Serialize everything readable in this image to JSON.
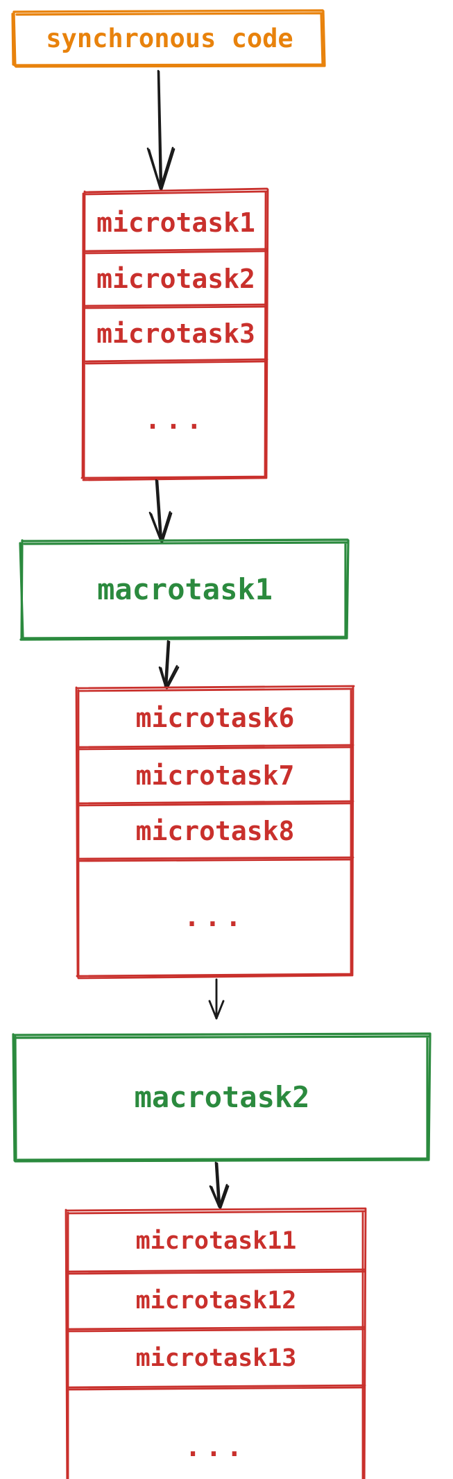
{
  "diagram": {
    "title_node": {
      "label": "synchronous code",
      "color": "#e8820c",
      "kind": "synchronous-code-box"
    },
    "colors": {
      "orange": "#e8820c",
      "red": "#c9302c",
      "green": "#2b8a3e",
      "arrow": "#1a1a1a",
      "background": "#ffffff"
    },
    "ellipsis": "...",
    "groups": [
      {
        "id": "microtask-queue-1",
        "kind": "microtask-queue",
        "color": "#c9302c",
        "rows": [
          "microtask1",
          "microtask2",
          "microtask3",
          "..."
        ]
      },
      {
        "id": "macrotask-1",
        "kind": "macrotask",
        "color": "#2b8a3e",
        "label": "macrotask1"
      },
      {
        "id": "microtask-queue-2",
        "kind": "microtask-queue",
        "color": "#c9302c",
        "rows": [
          "microtask6",
          "microtask7",
          "microtask8",
          "..."
        ]
      },
      {
        "id": "macrotask-2",
        "kind": "macrotask",
        "color": "#2b8a3e",
        "label": "macrotask2"
      },
      {
        "id": "microtask-queue-3",
        "kind": "microtask-queue",
        "color": "#c9302c",
        "rows": [
          "microtask11",
          "microtask12",
          "microtask13",
          "..."
        ]
      }
    ],
    "arrows": [
      {
        "id": "arrow-sync-to-micro1",
        "from": "synchronous-code-box",
        "to": "microtask-queue-1"
      },
      {
        "id": "arrow-micro1-to-macro1",
        "from": "microtask-queue-1",
        "to": "macrotask-1"
      },
      {
        "id": "arrow-macro1-to-micro2",
        "from": "macrotask-1",
        "to": "microtask-queue-2"
      },
      {
        "id": "arrow-micro2-to-macro2",
        "from": "microtask-queue-2",
        "to": "macrotask-2"
      },
      {
        "id": "arrow-macro2-to-micro3",
        "from": "macrotask-2",
        "to": "microtask-queue-3"
      }
    ]
  }
}
